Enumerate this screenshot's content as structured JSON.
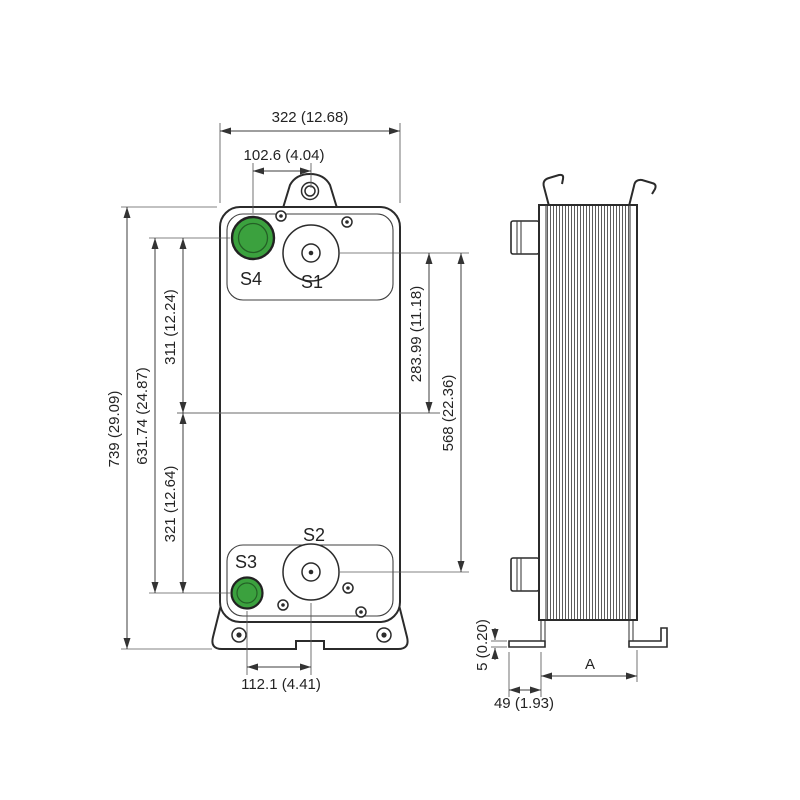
{
  "colors": {
    "port_green": "#3BA13E",
    "line": "#2b2b2b"
  },
  "front": {
    "port_labels": {
      "s1": "S1",
      "s2": "S2",
      "s3": "S3",
      "s4": "S4"
    },
    "dim_width_overall": "322 (12.68)",
    "dim_port_offset_top": "102.6 (4.04)",
    "dim_height_overall": "739 (29.09)",
    "dim_s4_to_s3": "631.74 (24.87)",
    "dim_s4_to_mid": "311 (12.24)",
    "dim_mid_to_s3": "321 (12.64)",
    "dim_s1_to_mid": "283.99 (11.18)",
    "dim_s1_to_s2": "568 (22.36)",
    "dim_bottom_offset": "112.1 (4.41)"
  },
  "side": {
    "dim_depth": "A",
    "dim_foot_length": "49 (1.93)",
    "dim_foot_thickness": "5 (0.20)"
  }
}
